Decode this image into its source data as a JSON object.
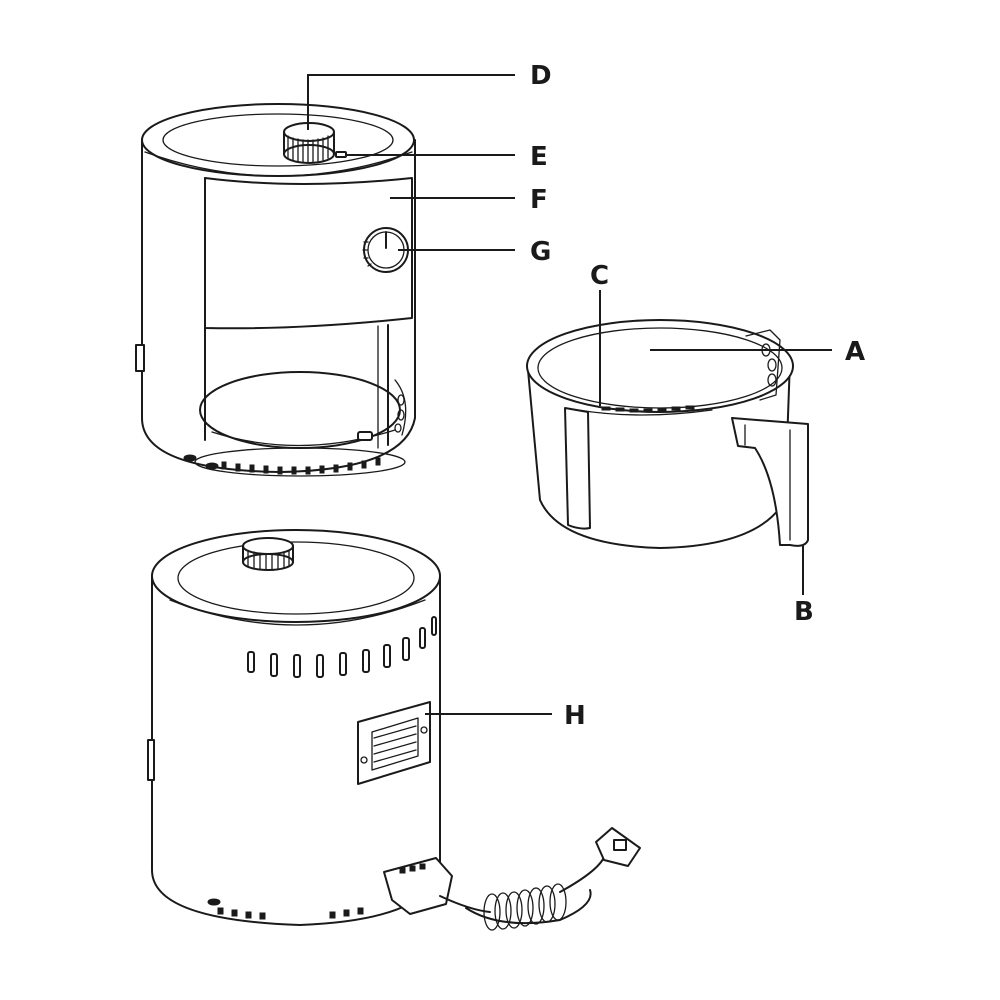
{
  "labels": {
    "A": "A",
    "B": "B",
    "C": "C",
    "D": "D",
    "E": "E",
    "F": "F",
    "G": "G",
    "H": "H"
  },
  "colors": {
    "ink": "#1a1a1a",
    "paper": "#ffffff"
  }
}
